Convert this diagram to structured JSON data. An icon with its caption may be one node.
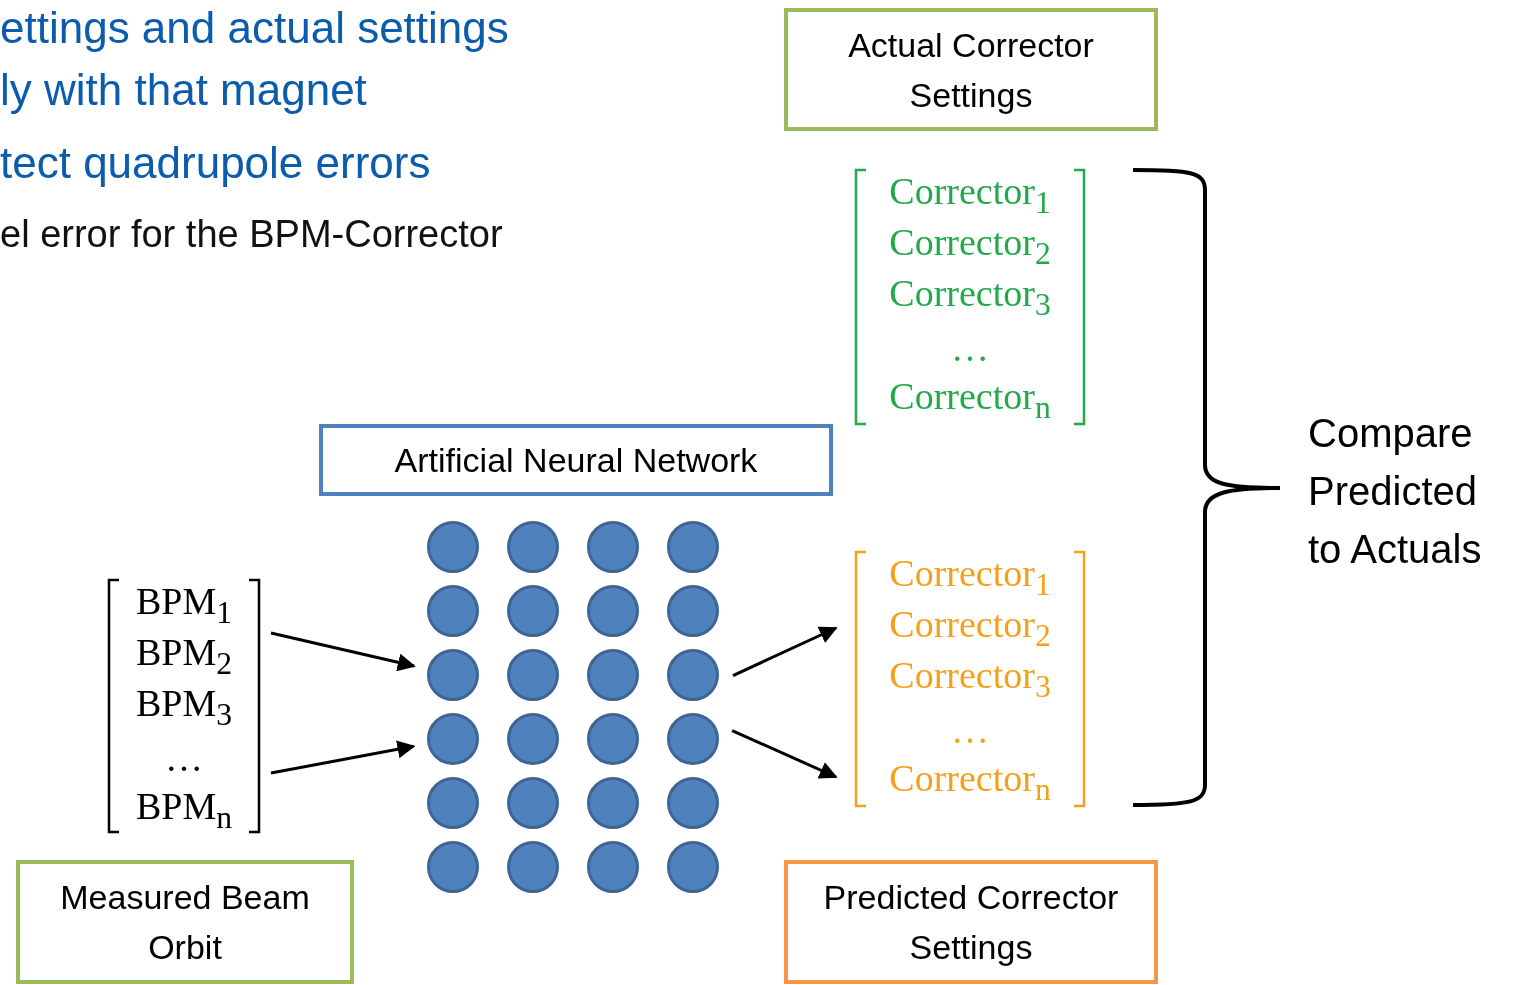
{
  "diagram": {
    "nodes": [
      {
        "text": [
          "Actual Corrector Settings"
        ]
      },
      {
        "text": [
          "Corrector$_{1}$",
          "Corrector$_{2}$",
          "Corrector$_{3}$",
          "…",
          "Corrector$_{n}$"
        ]
      },
      {
        "text": [
          "Artificial Neural Network"
        ]
      },
      {
        "text": [],
        "shape": "circle"
      },
      {
        "text": [],
        "shape": "circle"
      },
      {
        "text": [],
        "shape": "circle"
      },
      {
        "text": [],
        "shape": "circle"
      },
      {
        "text": [],
        "shape": "circle"
      },
      {
        "text": [],
        "shape": "circle"
      },
      {
        "text": [],
        "shape": "circle"
      },
      {
        "text": [],
        "shape": "circle"
      },
      {
        "text": [],
        "shape": "circle"
      },
      {
        "text": [],
        "shape": "circle"
      },
      {
        "text": [],
        "shape": "circle"
      },
      {
        "text": [],
        "shape": "circle"
      },
      {
        "text": [],
        "shape": "circle"
      },
      {
        "text": [],
        "shape": "circle"
      },
      {
        "text": [],
        "shape": "circle"
      },
      {
        "text": [],
        "shape": "circle"
      },
      {
        "text": [],
        "shape": "circle"
      },
      {
        "text": [],
        "shape": "circle"
      },
      {
        "text": [],
        "shape": "circle"
      },
      {
        "text": [],
        "shape": "circle"
      },
      {
        "text": [],
        "shape": "circle"
      },
      {
        "text": [],
        "shape": "circle"
      },
      {
        "text": [],
        "shape": "circle"
      },
      {
        "text": [],
        "shape": "circle"
      },
      {
        "text": [
          "Corrector$_{1}$",
          "Corrector$_{2}$",
          "Corrector$_{3}$",
          "…",
          "Corrector$_{n}$"
        ]
      },
      {
        "text": [
          "BPM$_{1}$",
          "BPM$_{2}$",
          "BPM$_{3}$",
          "…",
          "BPM$_{n}$"
        ]
      },
      {
        "text": [
          "Measured Beam Orbit"
        ]
      },
      {
        "text": [
          "Predicted Corrector Settings"
        ]
      }
    ],
    "edges": [
      {
        "from": 28,
        "to": 11,
        "arrow": "to"
      },
      {
        "from": 28,
        "to": 15,
        "arrow": "to"
      },
      {
        "from": 14,
        "to": 27,
        "arrow": "to"
      },
      {
        "from": 18,
        "to": 27,
        "arrow": "to"
      }
    ],
    "labels": [
      "ettings and actual settings",
      "ly with that magnet",
      "tect quadrupole errors",
      "el error for the BPM-Corrector",
      "Compare Predicted to Actuals"
    ]
  }
}
